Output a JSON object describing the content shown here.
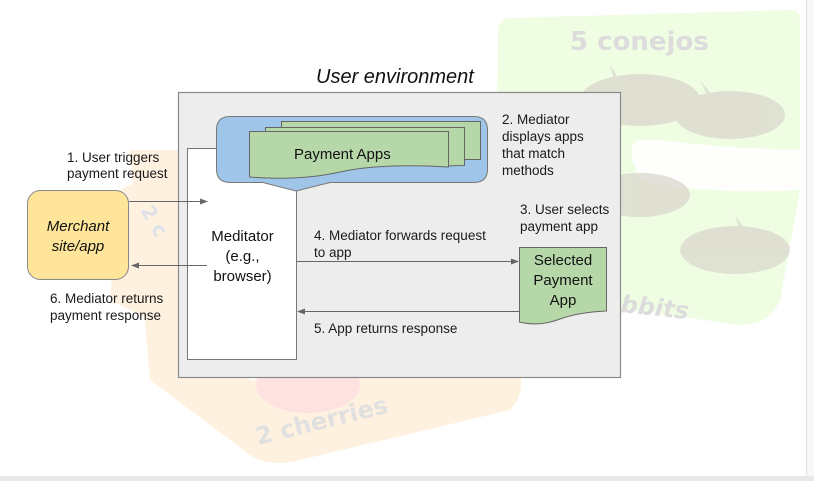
{
  "colors": {
    "environment_fill": "#ededed",
    "environment_border": "#8a8a8a",
    "mediator_fill": "#ffffff",
    "callout_fill": "#9fc5e8",
    "payment_app_fill": "#b6d7a8",
    "merchant_fill": "#ffe599",
    "arrow": "#666666",
    "bg_card_orange": "#fff1e0",
    "bg_card_green": "#effde3"
  },
  "background_watermarks": {
    "top_right_label": "5 conejos",
    "right_label": "bbits",
    "bottom_label": "2 cherries",
    "left_label": "2 c"
  },
  "diagram": {
    "title": "User environment",
    "merchant": {
      "line1": "Merchant",
      "line2": "site/app"
    },
    "mediator": {
      "line1": "Meditator",
      "line2": "(e.g.,",
      "line3": "browser)"
    },
    "payment_apps_label": "Payment Apps",
    "selected_app": {
      "line1": "Selected",
      "line2": "Payment",
      "line3": "App"
    },
    "steps": {
      "step1": {
        "line1": "1. User triggers",
        "line2": "payment request"
      },
      "step2": {
        "line1": "2. Mediator",
        "line2": "displays apps",
        "line3": "that match",
        "line4": "methods"
      },
      "step3": {
        "line1": "3. User selects",
        "line2": "payment app"
      },
      "step4": {
        "line1": "4. Mediator forwards request",
        "line2": "to app"
      },
      "step5": {
        "line1": "5. App returns response"
      },
      "step6": {
        "line1": "6. Mediator returns",
        "line2": "payment response"
      }
    }
  }
}
